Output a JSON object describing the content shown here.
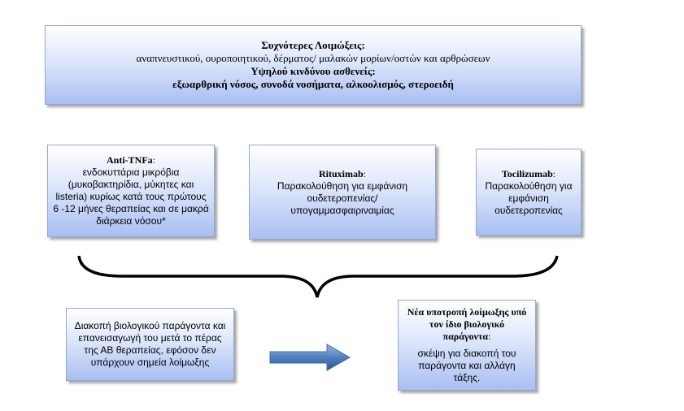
{
  "top_box": {
    "heading1": "Συχνότερες Λοιμώξεις:",
    "line1": "αναπνευστικού, ουροποιητικού, δέρματος/ μαλακών μορίων/οστών και αρθρώσεων",
    "heading2": "Υψηλού κινδύνου ασθενείς:",
    "line2": "εξωαρθρική νόσος, συνοδά νοσήματα, αλκοολισμός, στεροειδή"
  },
  "anti_tnf": {
    "title": "Anti-TNFa",
    "colon": ":",
    "body": "ενδοκυττάρια μικρόβια (μυκοβακτηρίδια, μύκητες και listeria) κυρίως κατά τους πρώτους 6 -12 μήνες θεραπείας και σε μακρά διάρκεια νόσου*"
  },
  "rituximab": {
    "title": "Rituximab",
    "colon": ":",
    "body": "Παρακολούθηση για εμφάνιση ουδετεροπενίας/ υπογαμμασφαιριναιμίας"
  },
  "tocilizumab": {
    "title": "Tocilizumab",
    "colon": ":",
    "body": "Παρακολούθηση για εμφάνιση ουδετεροπενίας"
  },
  "stop_box": {
    "body": "Διακοπή βιολογικού παράγοντα και επανεισαγωγή του μετά το πέρας της ΑΒ θεραπείας, εφόσον δεν υπάρχουν σημεία λοίμωξης"
  },
  "relapse_box": {
    "title": "Νέα υποτροπή λοίμωξης υπό τον ίδιο βιολογικό παράγοντα",
    "colon": ":",
    "body": "σκέψη για διακοπή του παράγοντα και αλλάγη τάξης."
  },
  "colors": {
    "box_gradient_top": "#ffffff",
    "box_gradient_bottom": "#a9bff2",
    "arrow": "#4f81bd"
  }
}
